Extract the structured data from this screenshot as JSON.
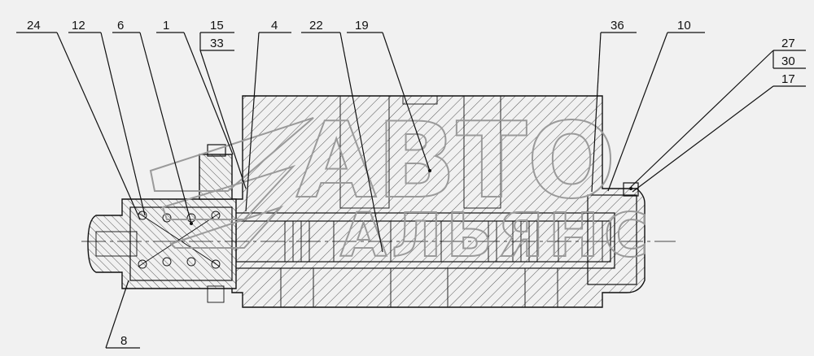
{
  "callouts": {
    "c24": "24",
    "c12": "12",
    "c6": "6",
    "c1": "1",
    "c15": "15",
    "c33": "33",
    "c4": "4",
    "c22": "22",
    "c19": "19",
    "c36": "36",
    "c10": "10",
    "c27": "27",
    "c30": "30",
    "c17": "17",
    "c8": "8"
  },
  "watermark": {
    "top": "АВТО",
    "bottom": "АЛЬЯНС"
  }
}
